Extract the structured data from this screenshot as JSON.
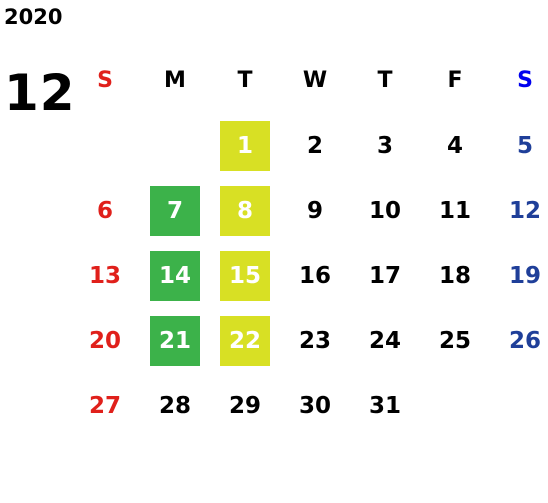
{
  "year": "2020",
  "month": "12",
  "weekdays": [
    "S",
    "M",
    "T",
    "W",
    "T",
    "F",
    "S"
  ],
  "weeks": [
    [
      "",
      "",
      "1",
      "2",
      "3",
      "4",
      "5"
    ],
    [
      "6",
      "7",
      "8",
      "9",
      "10",
      "11",
      "12"
    ],
    [
      "13",
      "14",
      "15",
      "16",
      "17",
      "18",
      "19"
    ],
    [
      "20",
      "21",
      "22",
      "23",
      "24",
      "25",
      "26"
    ],
    [
      "27",
      "28",
      "29",
      "30",
      "31",
      "",
      ""
    ]
  ],
  "highlighted_green": [
    "7",
    "14",
    "21"
  ],
  "highlighted_yellow": [
    "1",
    "8",
    "15",
    "22"
  ],
  "colors": {
    "sunday": "#e0201b",
    "saturday": "#1f3f99",
    "saturday_header": "#0000ee",
    "highlight_green": "#3cb24a",
    "highlight_yellow": "#d8e024",
    "text": "#000000"
  }
}
